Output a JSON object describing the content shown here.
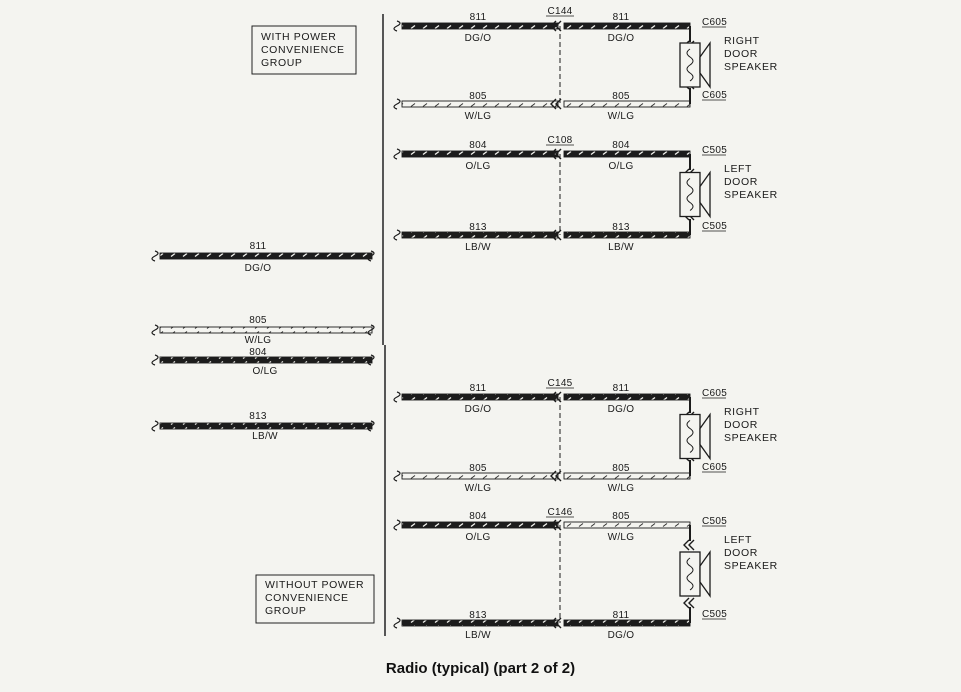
{
  "title": "Radio (typical) (part 2 of 2)",
  "groups": {
    "with": [
      "WITH POWER",
      "CONVENIENCE",
      "GROUP"
    ],
    "without": [
      "WITHOUT POWER",
      "CONVENIENCE",
      "GROUP"
    ]
  },
  "left_wires": [
    {
      "num": "811",
      "color": "DG/O",
      "type": "dark"
    },
    {
      "num": "805",
      "color": "W/LG",
      "type": "light"
    },
    {
      "num": "804",
      "color": "O/LG",
      "type": "dark"
    },
    {
      "num": "813",
      "color": "LB/W",
      "type": "dark"
    }
  ],
  "sections": [
    {
      "connector": "C144",
      "top": {
        "left_num": "811",
        "left_color": "DG/O",
        "right_num": "811",
        "right_color": "DG/O",
        "type": "dark"
      },
      "bottom": {
        "left_num": "805",
        "left_color": "W/LG",
        "right_num": "805",
        "right_color": "W/LG",
        "type": "light"
      },
      "speaker": [
        "RIGHT",
        "DOOR",
        "SPEAKER"
      ],
      "c_top": "C605",
      "c_bot": "C605"
    },
    {
      "connector": "C108",
      "top": {
        "left_num": "804",
        "left_color": "O/LG",
        "right_num": "804",
        "right_color": "O/LG",
        "type": "dark"
      },
      "bottom": {
        "left_num": "813",
        "left_color": "LB/W",
        "right_num": "813",
        "right_color": "LB/W",
        "type": "dark"
      },
      "speaker": [
        "LEFT",
        "DOOR",
        "SPEAKER"
      ],
      "c_top": "C505",
      "c_bot": "C505"
    },
    {
      "connector": "C145",
      "top": {
        "left_num": "811",
        "left_color": "DG/O",
        "right_num": "811",
        "right_color": "DG/O",
        "type": "dark"
      },
      "bottom": {
        "left_num": "805",
        "left_color": "W/LG",
        "right_num": "805",
        "right_color": "W/LG",
        "type": "light"
      },
      "speaker": [
        "RIGHT",
        "DOOR",
        "SPEAKER"
      ],
      "c_top": "C605",
      "c_bot": "C605"
    },
    {
      "connector": "C146",
      "top": {
        "left_num": "804",
        "left_color": "O/LG",
        "right_num": "805",
        "right_color": "W/LG",
        "type": "dark",
        "right_type": "light"
      },
      "bottom": {
        "left_num": "813",
        "left_color": "LB/W",
        "right_num": "811",
        "right_color": "DG/O",
        "type": "dark"
      },
      "speaker": [
        "LEFT",
        "DOOR",
        "SPEAKER"
      ],
      "c_top": "C505",
      "c_bot": "C505"
    }
  ]
}
